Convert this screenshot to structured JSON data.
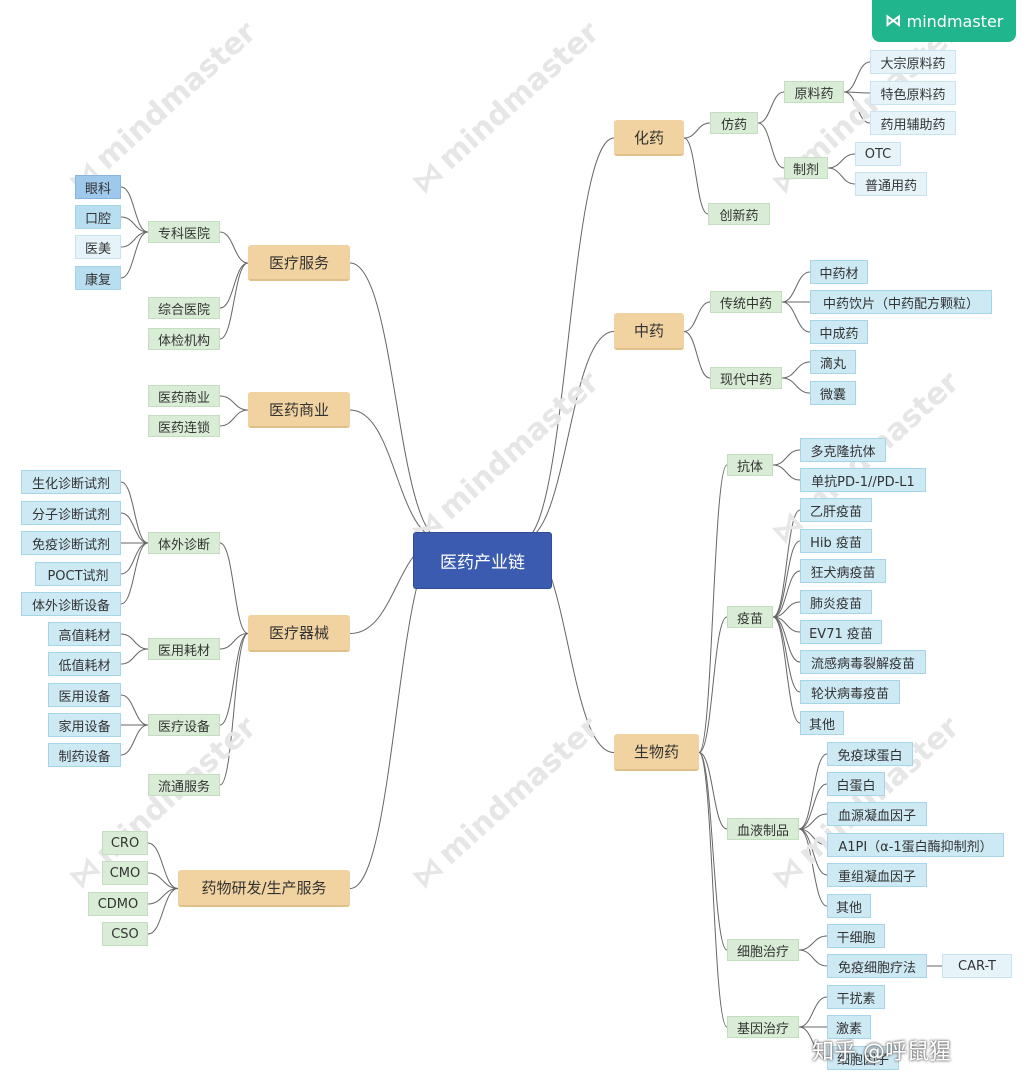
{
  "brand": {
    "logo_mark": "⋈",
    "logo_text": "mindmaster",
    "zhihu_credit": "知乎 @呼鼠猩"
  },
  "watermark_text": "mindmaster",
  "colors": {
    "root": "#3a5bb0",
    "main": "#f1d3a2",
    "sub": "#d9edd6",
    "leaf": "#cde9f4",
    "line": "#666666",
    "logo": "#21b58d"
  },
  "root": {
    "label": "医药产业链"
  },
  "mains": [
    {
      "id": "m-chem",
      "label": "化药"
    },
    {
      "id": "m-tcm",
      "label": "中药"
    },
    {
      "id": "m-bio",
      "label": "生物药"
    },
    {
      "id": "m-svc",
      "label": "医疗服务"
    },
    {
      "id": "m-com",
      "label": "医药商业"
    },
    {
      "id": "m-dev",
      "label": "医疗器械"
    },
    {
      "id": "m-rd",
      "label": "药物研发/生产服务"
    }
  ],
  "subs": [
    {
      "id": "s-generic",
      "label": "仿药"
    },
    {
      "id": "s-innov",
      "label": "创新药"
    },
    {
      "id": "s-api",
      "label": "原料药"
    },
    {
      "id": "s-prep",
      "label": "制剂"
    },
    {
      "id": "s-tradtcm",
      "label": "传统中药"
    },
    {
      "id": "s-modtcm",
      "label": "现代中药"
    },
    {
      "id": "s-ab",
      "label": "抗体"
    },
    {
      "id": "s-vac",
      "label": "疫苗"
    },
    {
      "id": "s-blood",
      "label": "血液制品"
    },
    {
      "id": "s-cell",
      "label": "细胞治疗"
    },
    {
      "id": "s-gene",
      "label": "基因治疗"
    },
    {
      "id": "s-special",
      "label": "专科医院"
    },
    {
      "id": "s-general",
      "label": "综合医院"
    },
    {
      "id": "s-check",
      "label": "体检机构"
    },
    {
      "id": "s-pharmcom",
      "label": "医药商业"
    },
    {
      "id": "s-chain",
      "label": "医药连锁"
    },
    {
      "id": "s-ivd",
      "label": "体外诊断"
    },
    {
      "id": "s-consum",
      "label": "医用耗材"
    },
    {
      "id": "s-equip",
      "label": "医疗设备"
    },
    {
      "id": "s-circ",
      "label": "流通服务"
    }
  ],
  "leaves": [
    {
      "id": "l-bulk",
      "label": "大宗原料药"
    },
    {
      "id": "l-featapi",
      "label": "特色原料药"
    },
    {
      "id": "l-excip",
      "label": "药用辅助药"
    },
    {
      "id": "l-otc",
      "label": "OTC"
    },
    {
      "id": "l-rx",
      "label": "普通用药"
    },
    {
      "id": "l-herb",
      "label": "中药材"
    },
    {
      "id": "l-slice",
      "label": "中药饮片（中药配方颗粒）"
    },
    {
      "id": "l-patent",
      "label": "中成药"
    },
    {
      "id": "l-pill",
      "label": "滴丸"
    },
    {
      "id": "l-micro",
      "label": "微囊"
    },
    {
      "id": "l-poly",
      "label": "多克隆抗体"
    },
    {
      "id": "l-mono",
      "label": "单抗PD-1//PD-L1"
    },
    {
      "id": "l-hepb",
      "label": "乙肝疫苗"
    },
    {
      "id": "l-hib",
      "label": "Hib 疫苗"
    },
    {
      "id": "l-rabies",
      "label": "狂犬病疫苗"
    },
    {
      "id": "l-pneu",
      "label": "肺炎疫苗"
    },
    {
      "id": "l-ev71",
      "label": "EV71 疫苗"
    },
    {
      "id": "l-flu",
      "label": "流感病毒裂解疫苗"
    },
    {
      "id": "l-rota",
      "label": "轮状病毒疫苗"
    },
    {
      "id": "l-vacother",
      "label": "其他"
    },
    {
      "id": "l-igg",
      "label": "免疫球蛋白"
    },
    {
      "id": "l-alb",
      "label": "白蛋白"
    },
    {
      "id": "l-plasma",
      "label": "血源凝血因子"
    },
    {
      "id": "l-a1pi",
      "label": "A1PI（α-1蛋白酶抑制剂）"
    },
    {
      "id": "l-recomb",
      "label": "重组凝血因子"
    },
    {
      "id": "l-bloodother",
      "label": "其他"
    },
    {
      "id": "l-stem",
      "label": "干细胞"
    },
    {
      "id": "l-immune",
      "label": "免疫细胞疗法"
    },
    {
      "id": "l-cart",
      "label": "CAR-T"
    },
    {
      "id": "l-ifn",
      "label": "干扰素"
    },
    {
      "id": "l-hormone",
      "label": "激素"
    },
    {
      "id": "l-cytok",
      "label": "细胞因子"
    },
    {
      "id": "l-eye",
      "label": "眼科"
    },
    {
      "id": "l-oral",
      "label": "口腔"
    },
    {
      "id": "l-aesth",
      "label": "医美"
    },
    {
      "id": "l-rehab",
      "label": "康复"
    },
    {
      "id": "l-biochem",
      "label": "生化诊断试剂"
    },
    {
      "id": "l-molec",
      "label": "分子诊断试剂"
    },
    {
      "id": "l-immdiag",
      "label": "免疫诊断试剂"
    },
    {
      "id": "l-poct",
      "label": "POCT试剂"
    },
    {
      "id": "l-ivdeq",
      "label": "体外诊断设备"
    },
    {
      "id": "l-highval",
      "label": "高值耗材"
    },
    {
      "id": "l-lowval",
      "label": "低值耗材"
    },
    {
      "id": "l-medeq",
      "label": "医用设备"
    },
    {
      "id": "l-homeeq",
      "label": "家用设备"
    },
    {
      "id": "l-pharmeq",
      "label": "制药设备"
    },
    {
      "id": "l-cro",
      "label": "CRO"
    },
    {
      "id": "l-cmo",
      "label": "CMO"
    },
    {
      "id": "l-cdmo",
      "label": "CDMO"
    },
    {
      "id": "l-cso",
      "label": "CSO"
    }
  ],
  "edges": [
    [
      "root",
      "m-chem"
    ],
    [
      "root",
      "m-tcm"
    ],
    [
      "root",
      "m-bio"
    ],
    [
      "root",
      "m-svc"
    ],
    [
      "root",
      "m-com"
    ],
    [
      "root",
      "m-dev"
    ],
    [
      "root",
      "m-rd"
    ],
    [
      "m-chem",
      "s-generic"
    ],
    [
      "m-chem",
      "s-innov"
    ],
    [
      "s-generic",
      "s-api"
    ],
    [
      "s-generic",
      "s-prep"
    ],
    [
      "s-api",
      "l-bulk"
    ],
    [
      "s-api",
      "l-featapi"
    ],
    [
      "s-api",
      "l-excip"
    ],
    [
      "s-prep",
      "l-otc"
    ],
    [
      "s-prep",
      "l-rx"
    ],
    [
      "m-tcm",
      "s-tradtcm"
    ],
    [
      "m-tcm",
      "s-modtcm"
    ],
    [
      "s-tradtcm",
      "l-herb"
    ],
    [
      "s-tradtcm",
      "l-slice"
    ],
    [
      "s-tradtcm",
      "l-patent"
    ],
    [
      "s-modtcm",
      "l-pill"
    ],
    [
      "s-modtcm",
      "l-micro"
    ],
    [
      "m-bio",
      "s-ab"
    ],
    [
      "m-bio",
      "s-vac"
    ],
    [
      "m-bio",
      "s-blood"
    ],
    [
      "m-bio",
      "s-cell"
    ],
    [
      "m-bio",
      "s-gene"
    ],
    [
      "s-ab",
      "l-poly"
    ],
    [
      "s-ab",
      "l-mono"
    ],
    [
      "s-vac",
      "l-hepb"
    ],
    [
      "s-vac",
      "l-hib"
    ],
    [
      "s-vac",
      "l-rabies"
    ],
    [
      "s-vac",
      "l-pneu"
    ],
    [
      "s-vac",
      "l-ev71"
    ],
    [
      "s-vac",
      "l-flu"
    ],
    [
      "s-vac",
      "l-rota"
    ],
    [
      "s-vac",
      "l-vacother"
    ],
    [
      "s-blood",
      "l-igg"
    ],
    [
      "s-blood",
      "l-alb"
    ],
    [
      "s-blood",
      "l-plasma"
    ],
    [
      "s-blood",
      "l-a1pi"
    ],
    [
      "s-blood",
      "l-recomb"
    ],
    [
      "s-blood",
      "l-bloodother"
    ],
    [
      "s-cell",
      "l-stem"
    ],
    [
      "s-cell",
      "l-immune"
    ],
    [
      "l-immune",
      "l-cart"
    ],
    [
      "s-gene",
      "l-ifn"
    ],
    [
      "s-gene",
      "l-hormone"
    ],
    [
      "s-gene",
      "l-cytok"
    ],
    [
      "m-svc",
      "s-special"
    ],
    [
      "m-svc",
      "s-general"
    ],
    [
      "m-svc",
      "s-check"
    ],
    [
      "s-special",
      "l-eye"
    ],
    [
      "s-special",
      "l-oral"
    ],
    [
      "s-special",
      "l-aesth"
    ],
    [
      "s-special",
      "l-rehab"
    ],
    [
      "m-com",
      "s-pharmcom"
    ],
    [
      "m-com",
      "s-chain"
    ],
    [
      "m-dev",
      "s-ivd"
    ],
    [
      "m-dev",
      "s-consum"
    ],
    [
      "m-dev",
      "s-equip"
    ],
    [
      "m-dev",
      "s-circ"
    ],
    [
      "s-ivd",
      "l-biochem"
    ],
    [
      "s-ivd",
      "l-molec"
    ],
    [
      "s-ivd",
      "l-immdiag"
    ],
    [
      "s-ivd",
      "l-poct"
    ],
    [
      "s-ivd",
      "l-ivdeq"
    ],
    [
      "s-consum",
      "l-highval"
    ],
    [
      "s-consum",
      "l-lowval"
    ],
    [
      "s-equip",
      "l-medeq"
    ],
    [
      "s-equip",
      "l-homeeq"
    ],
    [
      "s-equip",
      "l-pharmeq"
    ],
    [
      "m-rd",
      "l-cro"
    ],
    [
      "m-rd",
      "l-cmo"
    ],
    [
      "m-rd",
      "l-cdmo"
    ],
    [
      "m-rd",
      "l-cso"
    ]
  ]
}
